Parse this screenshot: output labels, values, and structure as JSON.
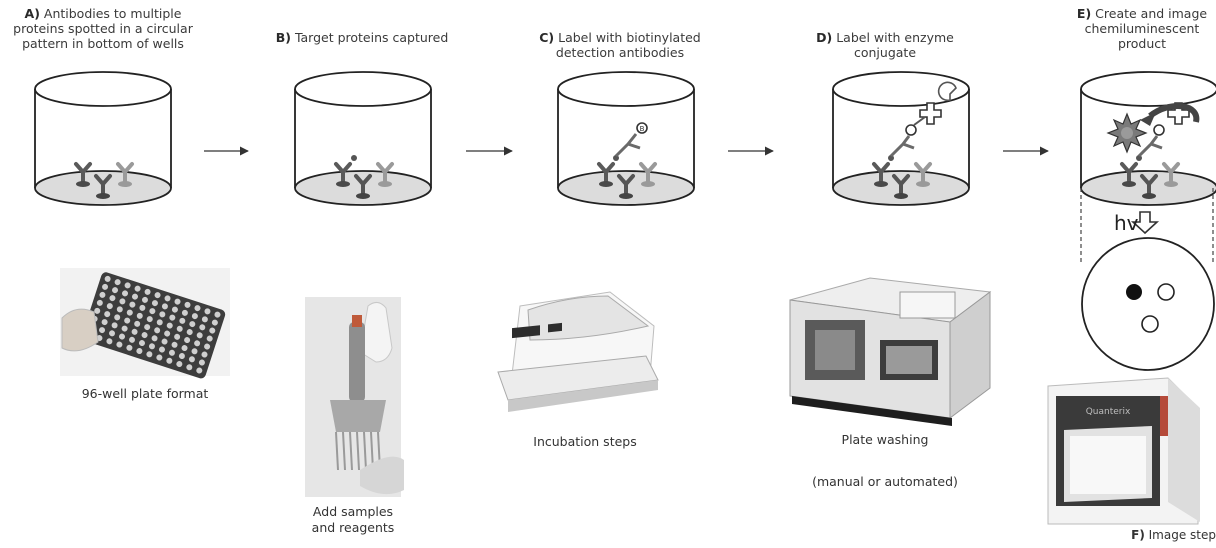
{
  "steps": [
    {
      "letter": "A)",
      "text": "Antibodies to multiple proteins spotted in a circular pattern in bottom of wells"
    },
    {
      "letter": "B)",
      "text": "Target proteins captured"
    },
    {
      "letter": "C)",
      "text": "Label with biotinylated detection antibodies"
    },
    {
      "letter": "D)",
      "text": "Label with enzyme conjugate"
    },
    {
      "letter": "E)",
      "text": "Create and image chemiluminescent product"
    }
  ],
  "equipment": {
    "plate_label": "96-well plate format",
    "pipette_label": "Add samples and reagents",
    "incubator_label": "Incubation steps",
    "washer_label": "Plate washing",
    "washer_sub": "(manual or automated)",
    "imager_brand": "Quanterix",
    "image_step": {
      "letter": "F)",
      "text": "Image step"
    }
  },
  "detection_label": "hv"
}
